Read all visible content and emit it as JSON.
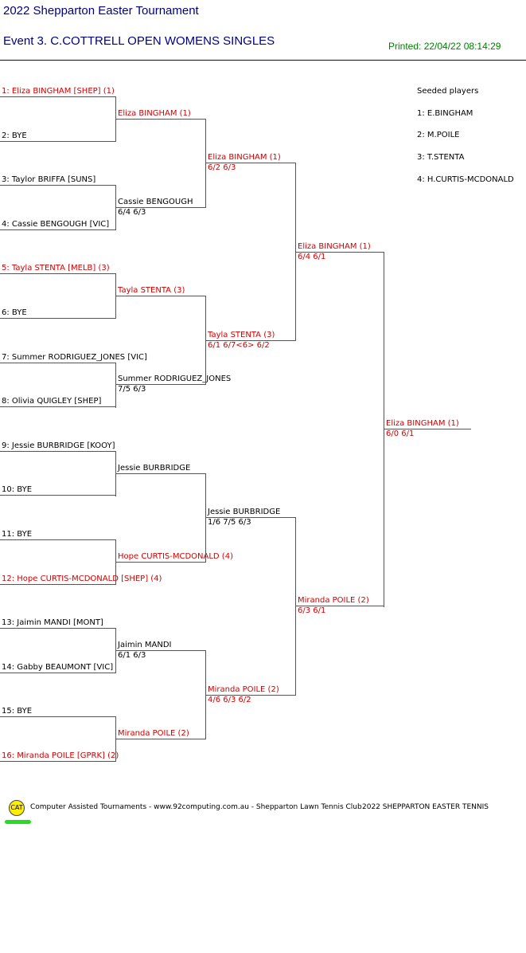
{
  "header": {
    "title": "2022 Shepparton Easter Tournament",
    "event": "Event 3. C.COTTRELL OPEN WOMENS SINGLES",
    "printed": "Printed: 22/04/22 08:14:29"
  },
  "colors": {
    "seeded": "#d00000",
    "header": "#000080",
    "printed": "#008000"
  },
  "round1": [
    {
      "label": "1: Eliza BINGHAM [SHEP] (1)",
      "seeded": true
    },
    {
      "label": "2: BYE",
      "seeded": false
    },
    {
      "label": "3: Taylor BRIFFA [SUNS]",
      "seeded": false
    },
    {
      "label": "4: Cassie BENGOUGH [VIC]",
      "seeded": false
    },
    {
      "label": "5: Tayla STENTA [MELB] (3)",
      "seeded": true
    },
    {
      "label": "6: BYE",
      "seeded": false
    },
    {
      "label": "7: Summer RODRIGUEZ_JONES [VIC]",
      "seeded": false
    },
    {
      "label": "8: Olivia QUIGLEY [SHEP]",
      "seeded": false
    },
    {
      "label": "9: Jessie BURBRIDGE [KOOY]",
      "seeded": false
    },
    {
      "label": "10: BYE",
      "seeded": false
    },
    {
      "label": "11: BYE",
      "seeded": false
    },
    {
      "label": "12: Hope CURTIS-MCDONALD [SHEP] (4)",
      "seeded": true
    },
    {
      "label": "13: Jaimin MANDI [MONT]",
      "seeded": false
    },
    {
      "label": "14: Gabby BEAUMONT [VIC]",
      "seeded": false
    },
    {
      "label": "15: BYE",
      "seeded": false
    },
    {
      "label": "16: Miranda POILE [GPRK] (2)",
      "seeded": true
    }
  ],
  "round2": [
    {
      "name": "Eliza BINGHAM (1)",
      "score": "",
      "seeded": true
    },
    {
      "name": "Cassie BENGOUGH",
      "score": "6/4 6/3",
      "seeded": false
    },
    {
      "name": "Tayla STENTA (3)",
      "score": "",
      "seeded": true
    },
    {
      "name": "Summer RODRIGUEZ_JONES",
      "score": "7/5 6/3",
      "seeded": false
    },
    {
      "name": "Jessie BURBRIDGE",
      "score": "",
      "seeded": false
    },
    {
      "name": "Hope CURTIS-MCDONALD (4)",
      "score": "",
      "seeded": true
    },
    {
      "name": "Jaimin MANDI",
      "score": "6/1 6/3",
      "seeded": false
    },
    {
      "name": "Miranda POILE (2)",
      "score": "",
      "seeded": true
    }
  ],
  "round3": [
    {
      "name": "Eliza BINGHAM (1)",
      "score": "6/2 6/3",
      "seeded": true
    },
    {
      "name": "Tayla STENTA (3)",
      "score": "6/1 6/7<6> 6/2",
      "seeded": true
    },
    {
      "name": "Jessie BURBRIDGE",
      "score": "1/6 7/5 6/3",
      "seeded": false
    },
    {
      "name": "Miranda POILE (2)",
      "score": "4/6 6/3 6/2",
      "seeded": true
    }
  ],
  "round4": [
    {
      "name": "Eliza BINGHAM (1)",
      "score": "6/4 6/1",
      "seeded": true
    },
    {
      "name": "Miranda POILE (2)",
      "score": "6/3 6/1",
      "seeded": true
    }
  ],
  "final": {
    "name": "Eliza BINGHAM (1)",
    "score": "6/0 6/1",
    "seeded": true
  },
  "seeds": {
    "heading": "Seeded players",
    "list": [
      "1: E.BINGHAM",
      "2: M.POILE",
      "3: T.STENTA",
      "4: H.CURTIS-MCDONALD"
    ]
  },
  "footer": {
    "logo_text": "CAT",
    "credit": "Computer Assisted Tournaments - www.92computing.com.au -  Shepparton Lawn Tennis Club",
    "event": "2022 SHEPPARTON EASTER TENNIS"
  }
}
